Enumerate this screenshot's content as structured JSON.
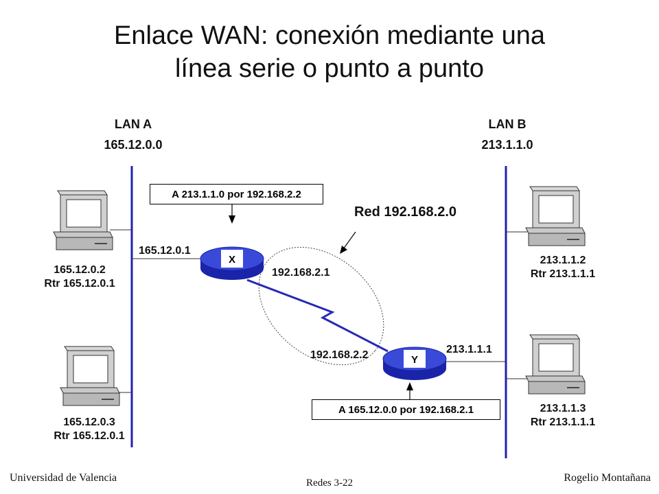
{
  "title": {
    "line1": "Enlace WAN: conexión mediante una",
    "line2": "línea serie o punto a punto"
  },
  "lan_a": {
    "name": "LAN A",
    "network": "165.12.0.0"
  },
  "lan_b": {
    "name": "LAN B",
    "network": "213.1.1.0"
  },
  "route_x": "A 213.1.1.0 por 192.168.2.2",
  "route_y": "A 165.12.0.0 por 192.168.2.1",
  "serial_network": "Red 192.168.2.0",
  "router_x": {
    "name": "X",
    "lan_ip": "165.12.0.1",
    "wan_ip": "192.168.2.1"
  },
  "router_y": {
    "name": "Y",
    "lan_ip": "213.1.1.1",
    "wan_ip": "192.168.2.2"
  },
  "hosts": {
    "a1": {
      "ip": "165.12.0.2",
      "rtr": "Rtr 165.12.0.1"
    },
    "a2": {
      "ip": "165.12.0.3",
      "rtr": "Rtr 165.12.0.1"
    },
    "b1": {
      "ip": "213.1.1.2",
      "rtr": "Rtr 213.1.1.1"
    },
    "b2": {
      "ip": "213.1.1.3",
      "rtr": "Rtr 213.1.1.1"
    }
  },
  "footer": {
    "left": "Universidad de Valencia",
    "center": "Redes 3-22",
    "right": "Rogelio Montañana"
  },
  "colors": {
    "router": "#2030c8",
    "serial_link": "#2828b8"
  }
}
